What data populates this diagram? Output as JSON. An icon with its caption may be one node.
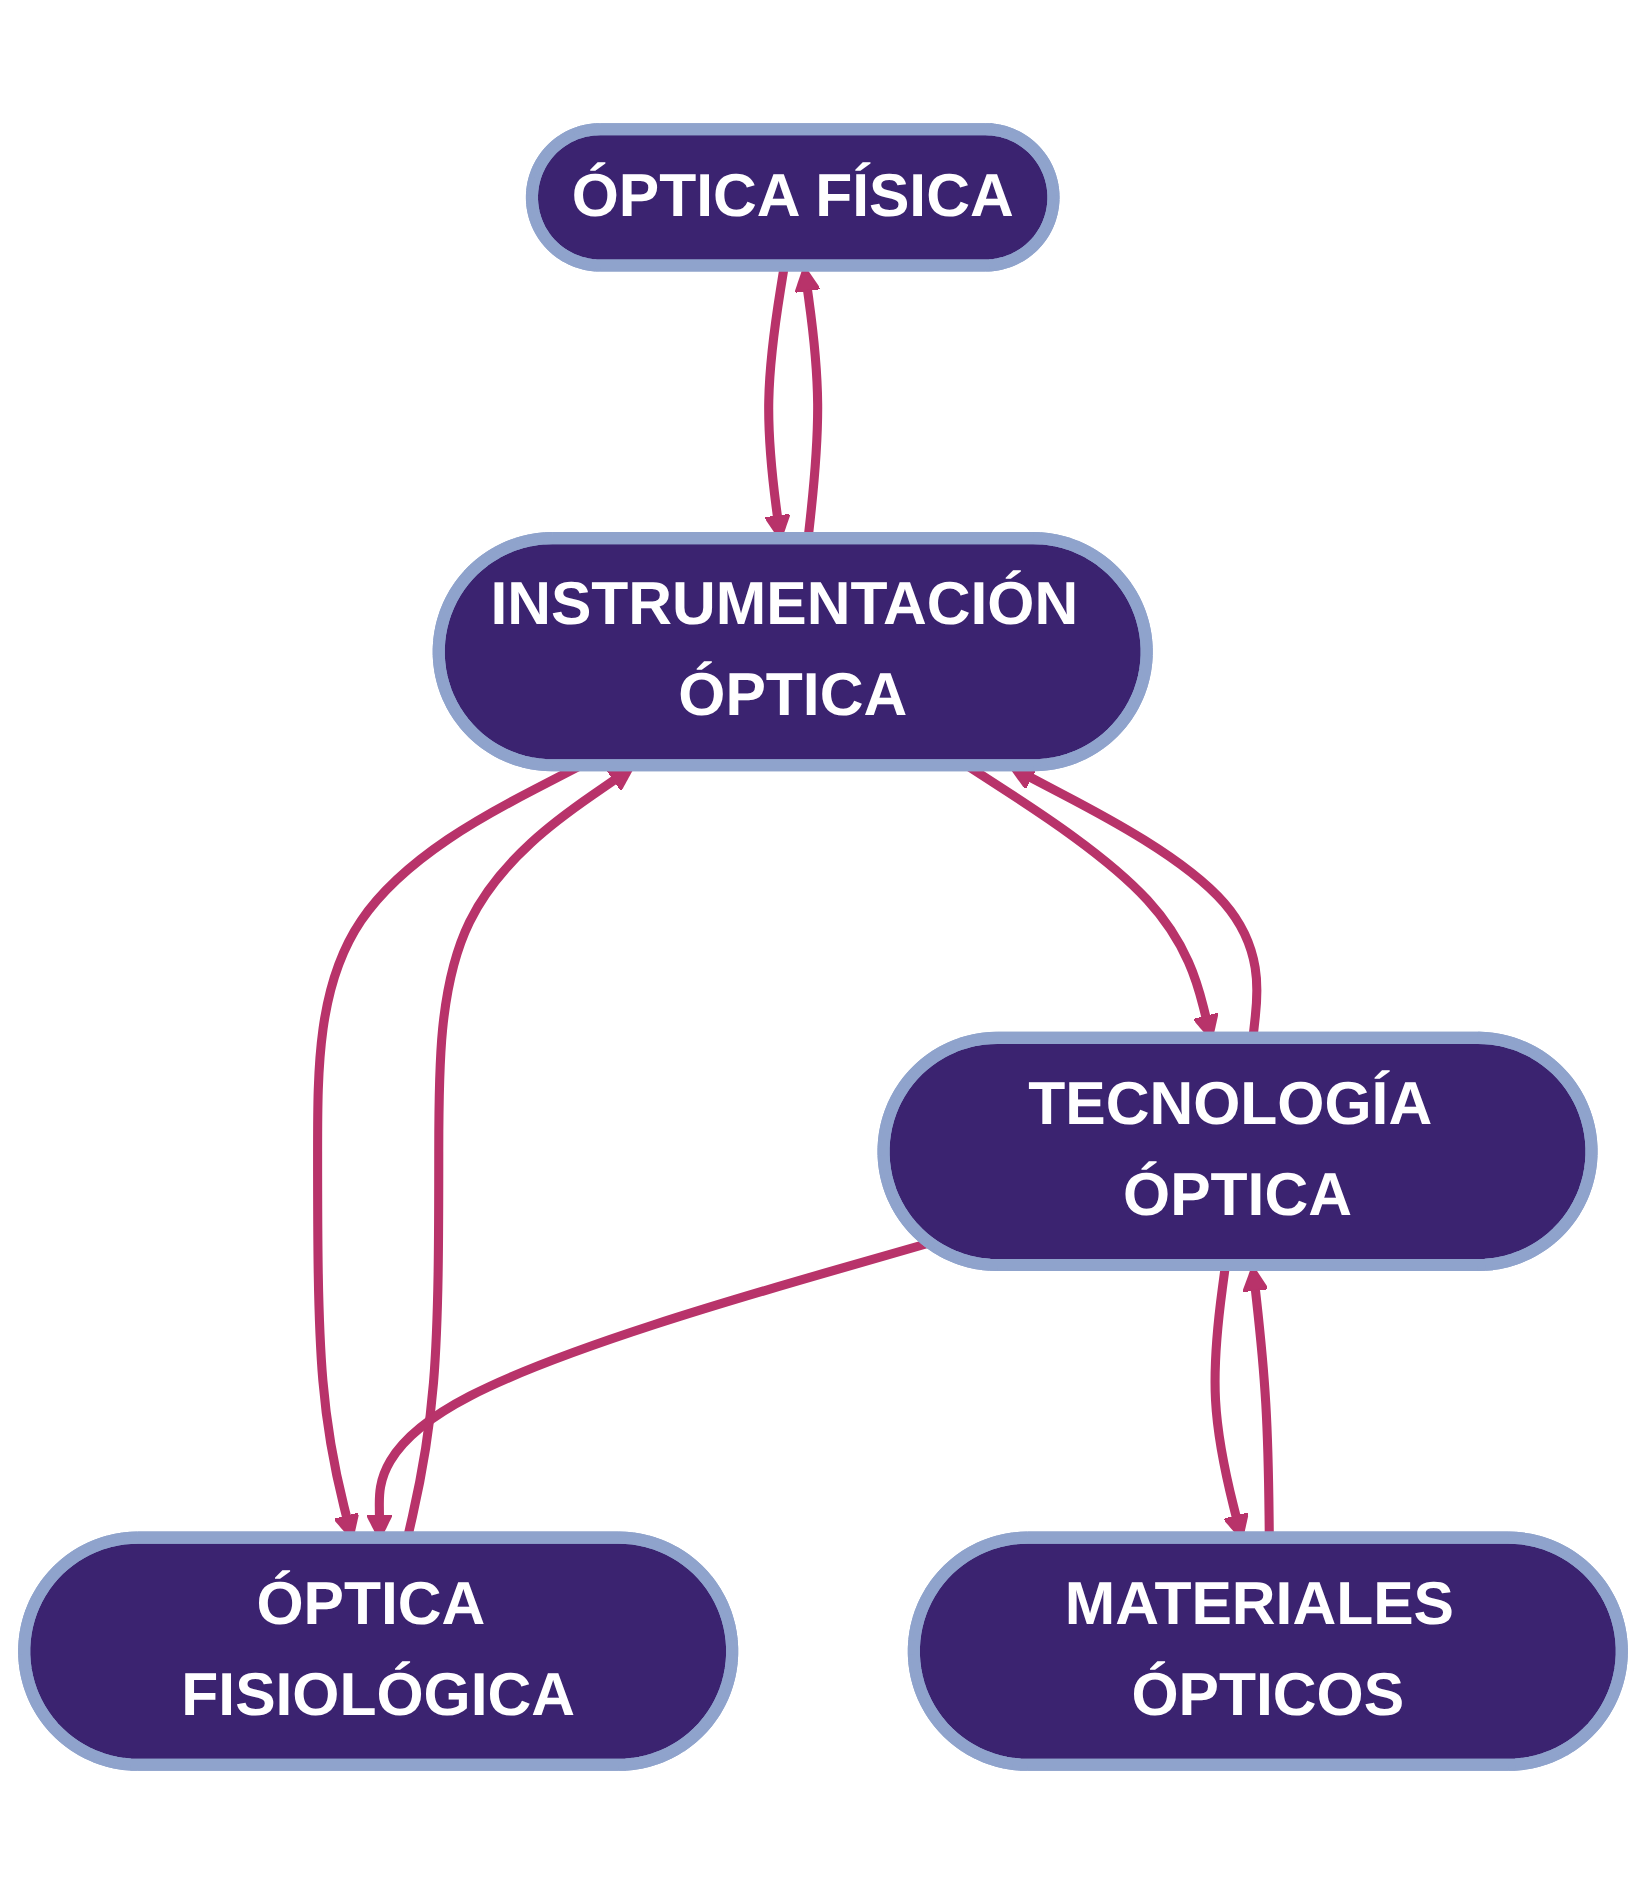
{
  "diagram": {
    "nodes": [
      {
        "text": [
          "ÓPTICA FÍSICA"
        ]
      },
      {
        "text": [
          "ÓPTICA FISIOLÓGICA"
        ]
      },
      {
        "text": [
          "INSTRUMENTACIÓN ÓPTICA"
        ]
      },
      {
        "text": [
          "TECNOLOGÍA ÓPTICA"
        ]
      },
      {
        "text": [
          "MATERIALES ÓPTICOS"
        ]
      }
    ],
    "edges": [
      {
        "from": 0,
        "to": 2,
        "arrow": "to"
      },
      {
        "from": 2,
        "to": 0,
        "arrow": "to"
      },
      {
        "from": 1,
        "to": 2,
        "arrow": "to"
      },
      {
        "from": 2,
        "to": 1,
        "arrow": "to"
      },
      {
        "from": 3,
        "to": 2,
        "arrow": "to"
      },
      {
        "from": 2,
        "to": 3,
        "arrow": "to"
      },
      {
        "from": 3,
        "to": 1,
        "arrow": "to"
      },
      {
        "from": 4,
        "to": 3,
        "arrow": "to"
      },
      {
        "from": 3,
        "to": 4,
        "arrow": "to"
      }
    ]
  }
}
